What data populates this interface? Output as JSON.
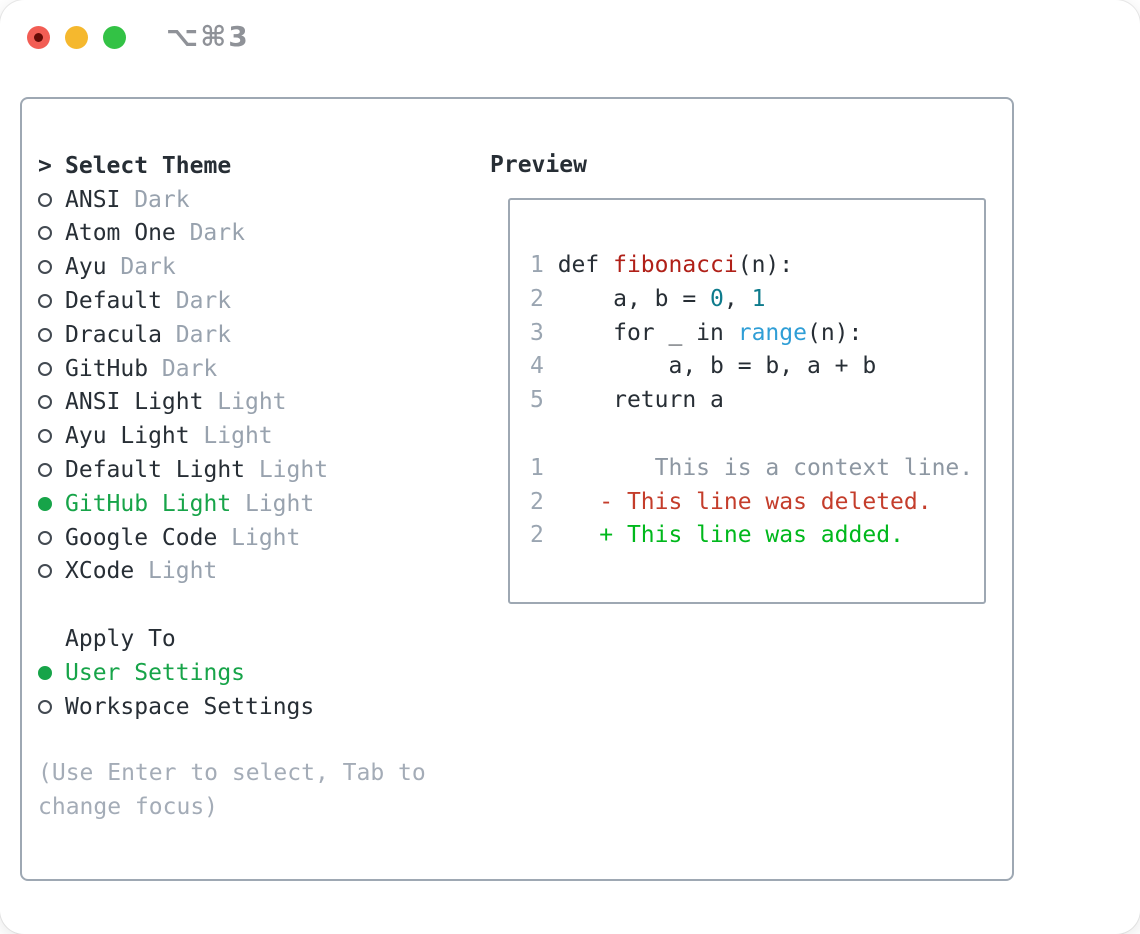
{
  "titlebar": {
    "shortcut": "⌥⌘3"
  },
  "theme_list": {
    "header_prefix": ">",
    "header_label": "Select Theme",
    "items": [
      {
        "name": "ANSI",
        "tag": "Dark",
        "selected": false
      },
      {
        "name": "Atom One",
        "tag": "Dark",
        "selected": false
      },
      {
        "name": "Ayu",
        "tag": "Dark",
        "selected": false
      },
      {
        "name": "Default",
        "tag": "Dark",
        "selected": false
      },
      {
        "name": "Dracula",
        "tag": "Dark",
        "selected": false
      },
      {
        "name": "GitHub",
        "tag": "Dark",
        "selected": false
      },
      {
        "name": "ANSI Light",
        "tag": "Light",
        "selected": false
      },
      {
        "name": "Ayu Light",
        "tag": "Light",
        "selected": false
      },
      {
        "name": "Default Light",
        "tag": "Light",
        "selected": false
      },
      {
        "name": "GitHub Light",
        "tag": "Light",
        "selected": true
      },
      {
        "name": "Google Code",
        "tag": "Light",
        "selected": false
      },
      {
        "name": "XCode",
        "tag": "Light",
        "selected": false
      }
    ]
  },
  "apply_to": {
    "label": "Apply To",
    "options": [
      {
        "name": "User Settings",
        "selected": true
      },
      {
        "name": "Workspace Settings",
        "selected": false
      }
    ]
  },
  "hint": {
    "lines": [
      "(Use Enter to select, Tab to",
      "change focus)"
    ]
  },
  "preview": {
    "label": "Preview",
    "lines": [
      [
        {
          "t": "1 ",
          "c": "lineno"
        },
        {
          "t": "def ",
          "c": "code"
        },
        {
          "t": "fibonacci",
          "c": "func"
        },
        {
          "t": "(n):",
          "c": "code"
        }
      ],
      [
        {
          "t": "2",
          "c": "lineno"
        },
        {
          "t": "     a, b = ",
          "c": "code"
        },
        {
          "t": "0",
          "c": "num"
        },
        {
          "t": ", ",
          "c": "code"
        },
        {
          "t": "1",
          "c": "num"
        }
      ],
      [
        {
          "t": "3",
          "c": "lineno"
        },
        {
          "t": "     for _ in ",
          "c": "code"
        },
        {
          "t": "range",
          "c": "builtin"
        },
        {
          "t": "(n):",
          "c": "code"
        }
      ],
      [
        {
          "t": "4",
          "c": "lineno"
        },
        {
          "t": "         a, b = b, a + b",
          "c": "code"
        }
      ],
      [
        {
          "t": "5",
          "c": "lineno"
        },
        {
          "t": "     return a",
          "c": "code"
        }
      ],
      [],
      [
        {
          "t": "1",
          "c": "lineno"
        },
        {
          "t": "        This is a context line.",
          "c": "ctx"
        }
      ],
      [
        {
          "t": "2",
          "c": "lineno"
        },
        {
          "t": "    ",
          "c": "code"
        },
        {
          "t": "- This line was deleted.",
          "c": "del"
        }
      ],
      [
        {
          "t": "2",
          "c": "lineno"
        },
        {
          "t": "    ",
          "c": "code"
        },
        {
          "t": "+ This line was added.",
          "c": "add"
        }
      ]
    ]
  },
  "colors": {
    "text": "#272e35",
    "muted": "#98a2ae",
    "hint": "#a4acb7",
    "green": "#17a449",
    "border": "#9ea8b3",
    "circle": "#434a52",
    "lineno": "#9aa5b1",
    "func": "#b02018",
    "num": "#0e7b8c",
    "builtin": "#2f9ed6",
    "ctx": "#8d97a2",
    "del": "#c43d2b",
    "add": "#00b81c",
    "trRed": "#f25d54",
    "trRedDot": "#650b06",
    "trYellow": "#f5b82e",
    "trGreen": "#33c245",
    "shortcut": "#8f9298"
  }
}
